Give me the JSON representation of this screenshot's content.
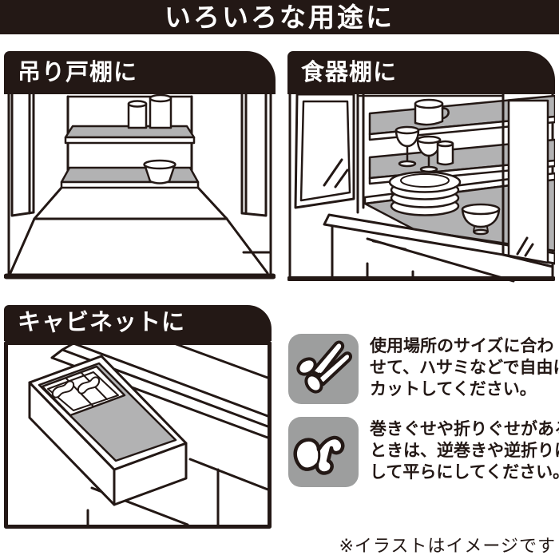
{
  "banner": {
    "title": "いろいろな用途に"
  },
  "colors": {
    "ink": "#231815",
    "liner_gray": "#b2b2b3",
    "icon_bg": "#9d9e9e",
    "background": "#ffffff",
    "header_text": "#ffffff"
  },
  "panels": [
    {
      "id": "hanging-cupboard",
      "label": "吊り戸棚に",
      "illustration": "open hanging cupboard with two shelf-liner covered shelves, canisters and a bowl"
    },
    {
      "id": "dish-cabinet",
      "label": "食器棚に",
      "illustration": "dish cabinet with glass doors, liner on shelves holding a mug, wine glasses, tumbler, stacked plates and a bowl"
    },
    {
      "id": "cabinet-drawer",
      "label": "キャビネットに",
      "illustration": "pulled-out cabinet drawer lined with sheet and a cutlery tray"
    }
  ],
  "notes": [
    {
      "icon": "scissors-icon",
      "lines": [
        "使用場所のサイズに合わ",
        "せて、ハサミなどで自由に",
        "カットしてください。"
      ]
    },
    {
      "icon": "rolled-sheet-icon",
      "lines": [
        "巻きぐせや折りぐせがある",
        "ときは、逆巻きや逆折りに",
        "して平らにしてください。"
      ]
    }
  ],
  "footnote": "※イラストはイメージです"
}
